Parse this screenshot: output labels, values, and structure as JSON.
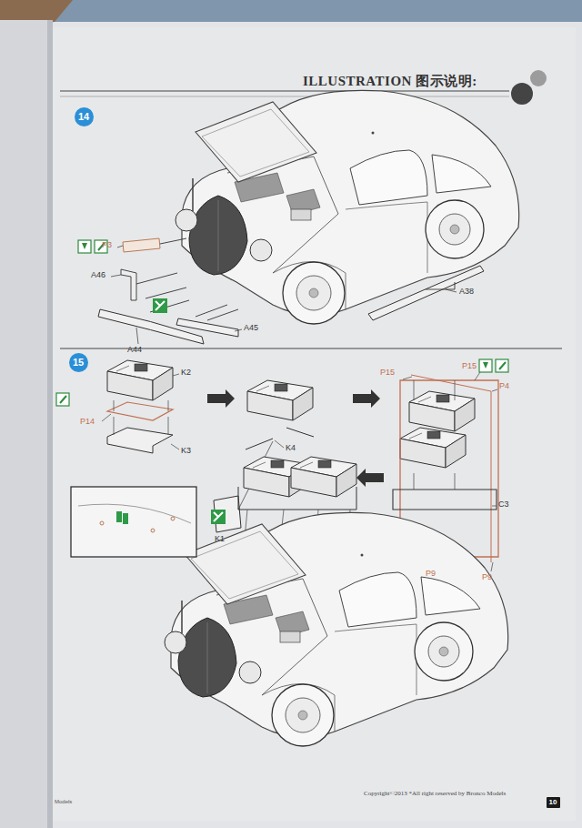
{
  "diagram": {
    "title": "ILLUSTRATION 图示说明:",
    "nodes": [
      {
        "text": [
          "14"
        ]
      },
      {
        "text": [
          "15"
        ]
      },
      {
        "text": [
          "10"
        ]
      }
    ],
    "labels": [
      "P3",
      "A46",
      "A44",
      "A45",
      "A38",
      "K2",
      "P14",
      "K3",
      "K4",
      "K1",
      "P15",
      "P15",
      "P4",
      "C3",
      "P9",
      "P9",
      "Models",
      "Copyright©2013 *All right reserved by Bronco Models"
    ]
  }
}
